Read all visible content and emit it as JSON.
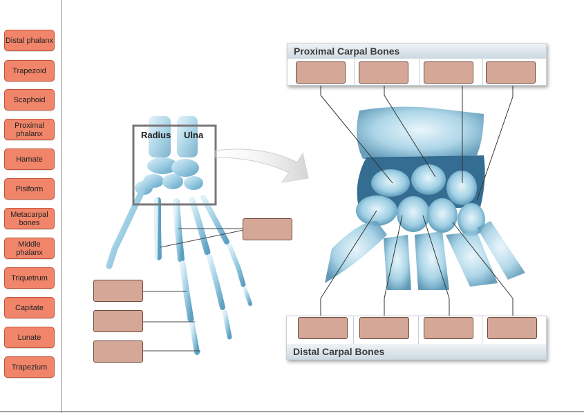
{
  "word_bank": [
    "Distal phalanx",
    "Trapezoid",
    "Scaphoid",
    "Proximal phalanx",
    "Hamate",
    "Pisiform",
    "Metacarpal bones",
    "Middle phalanx",
    "Triquetrum",
    "Capitate",
    "Lunate",
    "Trapezium"
  ],
  "inset": {
    "radius_label": "Radius",
    "ulna_label": "Ulna"
  },
  "proximal_panel": {
    "title": "Proximal Carpal Bones"
  },
  "distal_panel": {
    "title": "Distal Carpal Bones"
  },
  "colors": {
    "label_fill": "#f0856a",
    "dropbox_fill": "#d4a797",
    "bone": "#9fd0e6"
  }
}
